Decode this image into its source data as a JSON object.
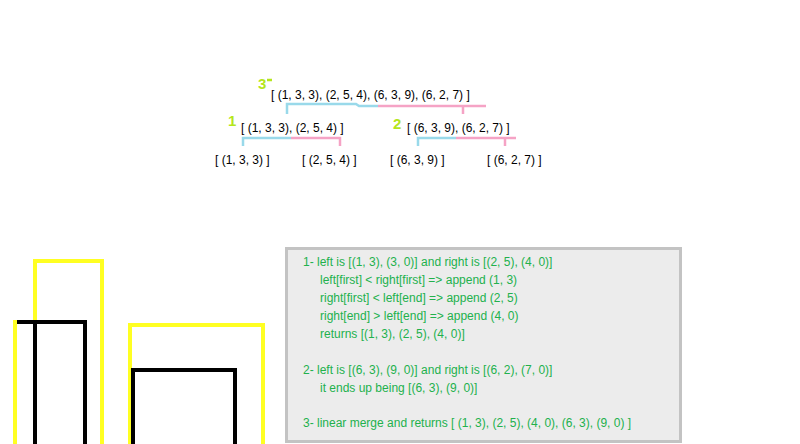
{
  "diagram": {
    "nodes": [
      {
        "text": [
          "1- left is [(1, 3), (3, 0)] and right is [(2, 5), (4, 0)]",
          "left[first] < right[first] => append (1, 3)",
          "right[first] < left[end] => append (2, 5)",
          "right[end] > left[end] => append (4, 0)",
          "returns [(1, 3), (2, 5), (4, 0)]",
          "2- left is [(6, 3), (9, 0)] and right is [(6, 2), (7, 0)]",
          "it ends up being [(6, 3), (9, 0)]",
          "3- linear merge and returns [ (1, 3), (2, 5), (4, 0), (6, 3), (9, 0) ]"
        ]
      }
    ],
    "labels": [
      "3",
      "[ (1, 3, 3), (2, 5, 4), (6, 3, 9), (6, 2, 7) ]",
      "1",
      "[ (1, 3, 3), (2, 5, 4) ]",
      "2",
      "[ (6, 3, 9), (6, 2, 7) ]",
      "[ (1, 3, 3) ]",
      "[ (2, 5, 4) ]",
      "[ (6, 3, 9) ]",
      "[ (6, 2, 7) ]"
    ]
  }
}
